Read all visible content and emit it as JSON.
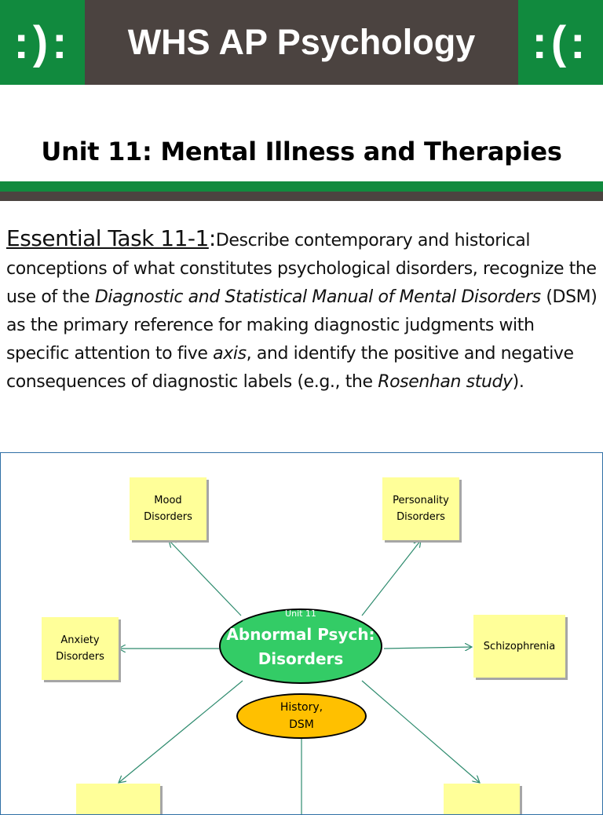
{
  "header": {
    "left_face": ":):",
    "title": "WHS AP Psychology",
    "right_face": ":(:"
  },
  "unit_title": "Unit 11: Mental Illness and Therapies",
  "task": {
    "label": "Essential Task 11-1",
    "colon": ":",
    "text_1": "Describe contemporary and historical conceptions of what constitutes psychological disorders, recognize the use of the ",
    "italic_1": "Diagnostic and Statistical Manual of Mental Disorders",
    "text_2": " (DSM) as the primary reference for making diagnostic judgments with specific attention to five ",
    "italic_2": "axis",
    "text_3": ", and identify the positive and negative consequences of diagnostic labels (e.g., the ",
    "italic_3": "Rosenhan study",
    "text_4": ")."
  },
  "diagram": {
    "center_small": "Unit 11",
    "center_big": "Abnormal Psych: Disorders",
    "sub_node": "History, DSM",
    "nodes": {
      "mood": "Mood Disorders",
      "personality": "Personality Disorders",
      "anxiety": "Anxiety Disorders",
      "schizophrenia": "Schizophrenia"
    },
    "colors": {
      "note_fill": "#ffff99",
      "center_fill": "#33cc66",
      "sub_fill": "#ffc000",
      "connector": "#2e8b6e"
    }
  },
  "colors": {
    "brand_green": "#118a3e",
    "header_gray": "#4b4340"
  }
}
